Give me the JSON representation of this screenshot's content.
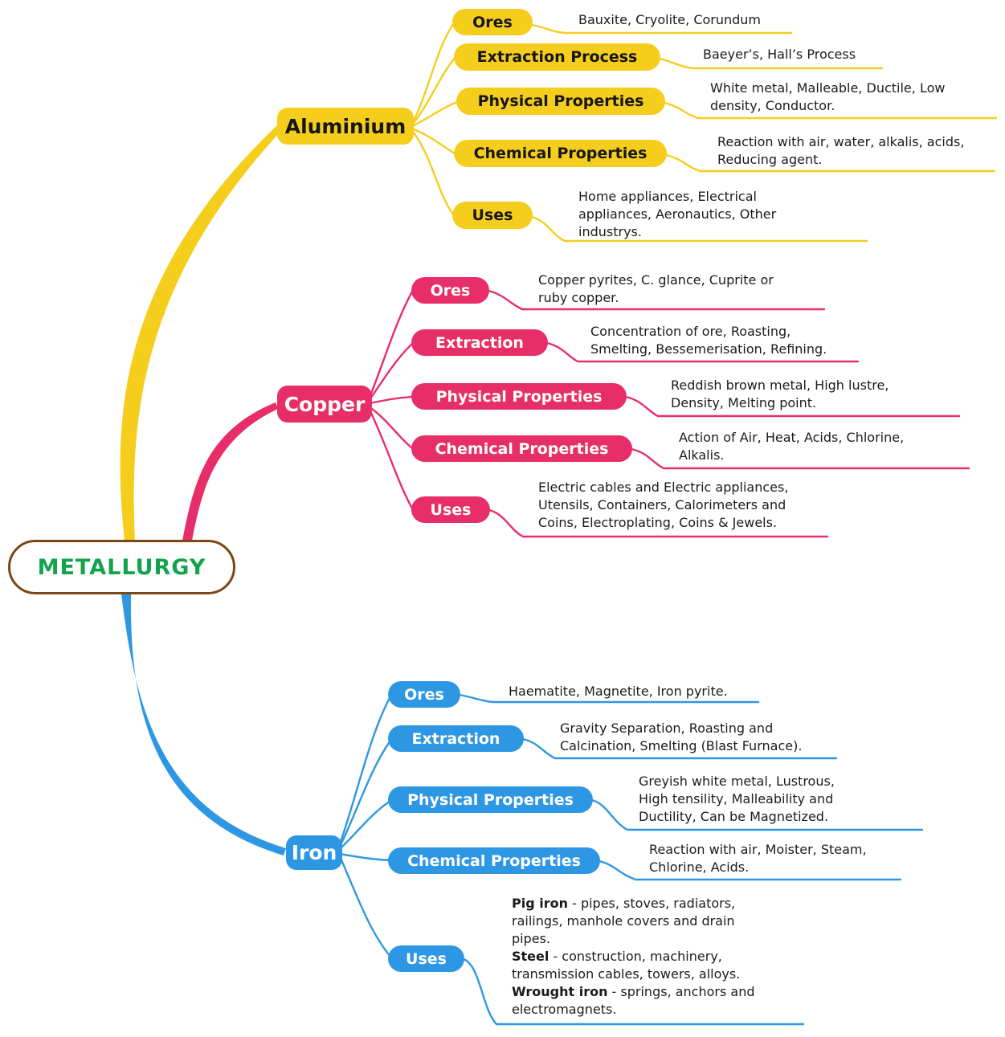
{
  "title": "METALLURGY mind map",
  "colors": {
    "background": "#FFFFFF",
    "aluminium_branch": "#F5CE1D",
    "copper_branch": "#E72E68",
    "iron_branch": "#2E97E3",
    "root_text": "#12A44D",
    "root_border": "#7B4714",
    "detail_text": "#1B1B1B"
  },
  "root": {
    "label": "METALLURGY"
  },
  "branches": [
    {
      "id": "aluminium",
      "label": "Aluminium",
      "color": "#F5CE1D",
      "children": [
        {
          "label": "Ores",
          "lines": [
            "Bauxite, Cryolite, Corundum"
          ]
        },
        {
          "label": "Extraction Process",
          "lines": [
            "Baeyer’s, Hall’s Process"
          ]
        },
        {
          "label": "Physical Properties",
          "lines": [
            "White metal, Malleable, Ductile, Low",
            "density, Conductor."
          ]
        },
        {
          "label": "Chemical Properties",
          "lines": [
            "Reaction with air, water, alkalis, acids,",
            "Reducing agent."
          ]
        },
        {
          "label": "Uses",
          "lines": [
            "Home appliances, Electrical",
            "appliances, Aeronautics, Other",
            "industrys."
          ]
        }
      ]
    },
    {
      "id": "copper",
      "label": "Copper",
      "color": "#E72E68",
      "children": [
        {
          "label": "Ores",
          "lines": [
            "Copper pyrites, C. glance, Cuprite or",
            "ruby copper."
          ]
        },
        {
          "label": "Extraction",
          "lines": [
            "Concentration of ore, Roasting,",
            "Smelting, Bessemerisation, Refining."
          ]
        },
        {
          "label": "Physical Properties",
          "lines": [
            "Reddish brown metal, High lustre,",
            "Density, Melting point."
          ]
        },
        {
          "label": "Chemical Properties",
          "lines": [
            "Action of Air, Heat, Acids, Chlorine,",
            "Alkalis."
          ]
        },
        {
          "label": "Uses",
          "lines": [
            "Electric cables and Electric appliances,",
            "Utensils, Containers, Calorimeters and",
            "Coins, Electroplating, Coins & Jewels."
          ]
        }
      ]
    },
    {
      "id": "iron",
      "label": "Iron",
      "color": "#2E97E3",
      "children": [
        {
          "label": "Ores",
          "lines": [
            "Haematite, Magnetite, Iron pyrite."
          ]
        },
        {
          "label": "Extraction",
          "lines": [
            "Gravity Separation, Roasting and",
            "Calcination, Smelting (Blast Furnace)."
          ]
        },
        {
          "label": "Physical Properties",
          "lines": [
            "Greyish white metal, Lustrous,",
            "High tensility, Malleability and",
            "Ductility, Can be Magnetized."
          ]
        },
        {
          "label": "Chemical Properties",
          "lines": [
            "Reaction with air, Moister, Steam,",
            "Chlorine, Acids."
          ]
        },
        {
          "label": "Uses",
          "rich_lines": [
            [
              {
                "t": "Pig iron",
                "b": true
              },
              {
                "t": " - pipes, stoves, radiators,"
              }
            ],
            [
              {
                "t": "railings, manhole covers and drain"
              }
            ],
            [
              {
                "t": "pipes."
              }
            ],
            [
              {
                "t": "Steel",
                "b": true
              },
              {
                "t": " - construction, machinery,"
              }
            ],
            [
              {
                "t": "transmission cables, towers, alloys."
              }
            ],
            [
              {
                "t": "Wrought iron",
                "b": true
              },
              {
                "t": " - springs, anchors and"
              }
            ],
            [
              {
                "t": "electromagnets."
              }
            ]
          ]
        }
      ]
    }
  ]
}
